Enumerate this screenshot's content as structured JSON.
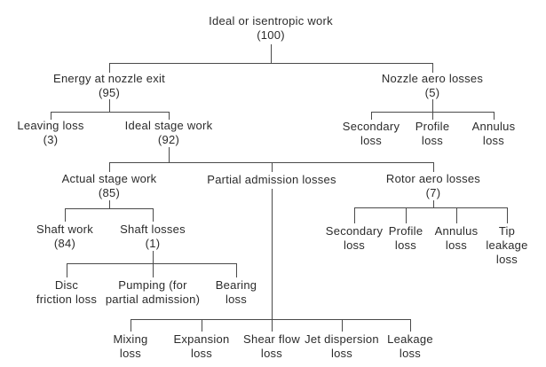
{
  "colors": {
    "background": "#ffffff",
    "text": "#2b2b2b",
    "line": "#4a4a4a"
  },
  "tree": {
    "text": "Ideal or isentropic work\n(100)",
    "children": [
      {
        "text": "Energy at nozzle exit\n(95)",
        "children": [
          {
            "text": "Leaving loss\n(3)"
          },
          {
            "text": "Ideal stage work\n(92)",
            "children": [
              {
                "text": "Actual stage work\n(85)",
                "children": [
                  {
                    "text": "Shaft work\n(84)"
                  },
                  {
                    "text": "Shaft losses\n(1)",
                    "children": [
                      {
                        "text": "Disc\nfriction loss"
                      },
                      {
                        "text": "Pumping (for\npartial admission)"
                      },
                      {
                        "text": "Bearing\nloss"
                      }
                    ]
                  }
                ]
              },
              {
                "text": "Partial admission losses",
                "children": [
                  {
                    "text": "Mixing\nloss"
                  },
                  {
                    "text": "Expansion\nloss"
                  },
                  {
                    "text": "Shear flow\nloss"
                  },
                  {
                    "text": "Jet dispersion\nloss"
                  },
                  {
                    "text": "Leakage\nloss"
                  }
                ]
              },
              {
                "text": "Rotor aero losses\n(7)",
                "children": [
                  {
                    "text": "Secondary\nloss"
                  },
                  {
                    "text": "Profile\nloss"
                  },
                  {
                    "text": "Annulus\nloss"
                  },
                  {
                    "text": "Tip\nleakage\nloss"
                  }
                ]
              }
            ]
          }
        ]
      },
      {
        "text": "Nozzle aero losses\n(5)",
        "children": [
          {
            "text": "Secondary\nloss"
          },
          {
            "text": "Profile\nloss"
          },
          {
            "text": "Annulus\nloss"
          }
        ]
      }
    ]
  }
}
